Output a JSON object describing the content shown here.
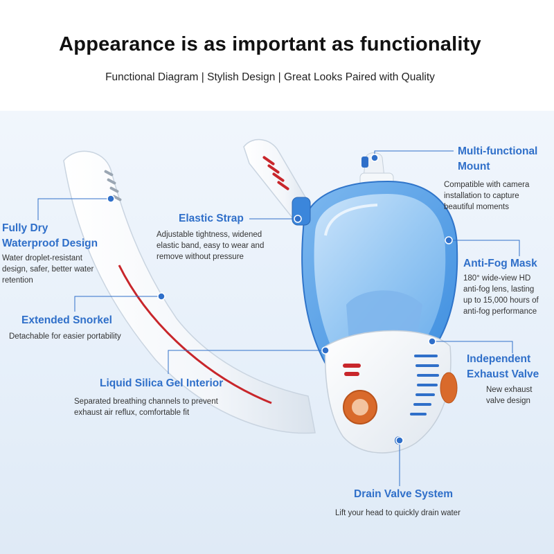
{
  "header": {
    "title": "Appearance is as important as functionality",
    "subtitle": "Functional Diagram | Stylish Design | Great Looks Paired with Quality"
  },
  "colors": {
    "accent": "#2f6fc9",
    "mask_blue": "#4f9be6",
    "shell_white": "#f6f8fb",
    "snorkel_red": "#c8262b",
    "valve_orange": "#d96a2b"
  },
  "callouts": {
    "mount": {
      "heading_line1": "Multi-functional",
      "heading_line2": "Mount",
      "desc_lines": [
        "Compatible with camera",
        "installation to capture",
        "beautiful moments"
      ]
    },
    "waterproof": {
      "heading_line1": "Fully Dry",
      "heading_line2": "Waterproof Design",
      "desc_lines": [
        "Water droplet-resistant",
        "design, safer, better water",
        "retention"
      ]
    },
    "strap": {
      "heading": "Elastic Strap",
      "desc_lines": [
        "Adjustable tightness, widened",
        "elastic band, easy to wear and",
        "remove without pressure"
      ]
    },
    "antifog": {
      "heading": "Anti-Fog Mask",
      "desc_lines": [
        "180° wide-view HD",
        "anti-fog lens, lasting",
        "up to 15,000 hours of",
        "anti-fog performance"
      ]
    },
    "snorkel": {
      "heading": "Extended Snorkel",
      "desc_lines": [
        "Detachable for easier portability"
      ]
    },
    "exhaust": {
      "heading_line1": "Independent",
      "heading_line2": "Exhaust Valve",
      "desc_lines": [
        "New exhaust",
        "valve design"
      ]
    },
    "silica": {
      "heading": "Liquid Silica Gel Interior",
      "desc_lines": [
        "Separated breathing channels to prevent",
        "exhaust air reflux, comfortable fit"
      ]
    },
    "drain": {
      "heading": "Drain Valve System",
      "desc_lines": [
        "Lift your head to quickly drain water"
      ]
    }
  }
}
